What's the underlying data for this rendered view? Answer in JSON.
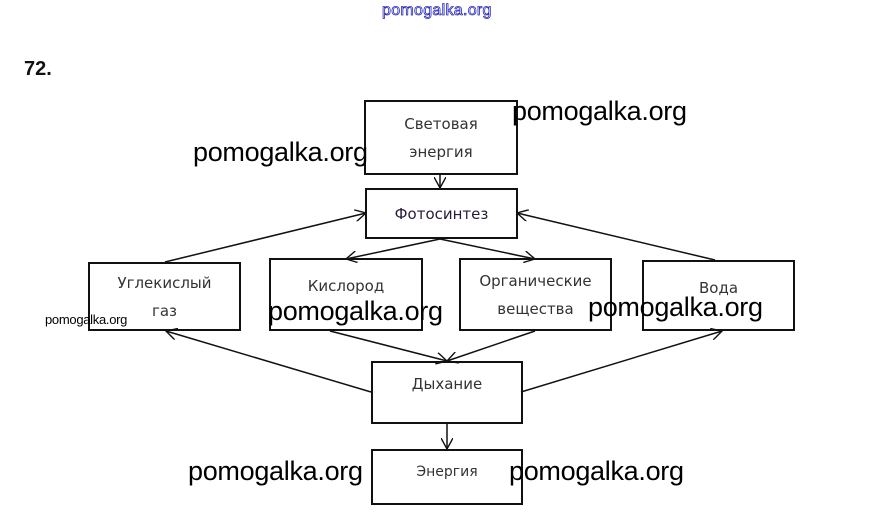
{
  "header_watermark": "pomogalka.org",
  "task_number": "72.",
  "nodes": {
    "light_energy": {
      "line1": "Световая",
      "line2": "энергия"
    },
    "photosynthesis": {
      "label": "Фотосинтез"
    },
    "co2": {
      "line1": "Углекислый",
      "line2": "газ"
    },
    "oxygen": {
      "label": "Кислород"
    },
    "organic": {
      "line1": "Органические",
      "line2": "вещества"
    },
    "water": {
      "label": "Вода"
    },
    "respiration": {
      "label": "Дыхание"
    },
    "energy": {
      "label": "Энергия"
    }
  },
  "edges": [
    {
      "from": "Световая энергия",
      "to": "Фотосинтез"
    },
    {
      "from": "Углекислый газ",
      "to": "Фотосинтез"
    },
    {
      "from": "Вода",
      "to": "Фотосинтез"
    },
    {
      "from": "Фотосинтез",
      "to": "Кислород"
    },
    {
      "from": "Фотосинтез",
      "to": "Органические вещества"
    },
    {
      "from": "Кислород",
      "to": "Дыхание"
    },
    {
      "from": "Органические вещества",
      "to": "Дыхание"
    },
    {
      "from": "Дыхание",
      "to": "Углекислый газ"
    },
    {
      "from": "Дыхание",
      "to": "Вода"
    },
    {
      "from": "Дыхание",
      "to": "Энергия"
    }
  ],
  "watermarks": [
    "pomogalka.org",
    "pomogalka.org",
    "pomogalka.org",
    "pomogalka.org",
    "pomogalka.org",
    "pomogalka.org",
    "pomogalka.org"
  ]
}
